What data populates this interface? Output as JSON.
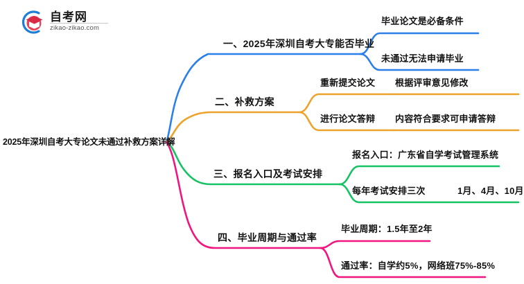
{
  "logo": {
    "name_cn": "自考网",
    "url": "zikao-zikao.com",
    "mark_icon": "graduation-cap-icon",
    "arc_color": "#1f7fd4",
    "cap_color": "#e8415a"
  },
  "mindmap": {
    "root": {
      "label": "2025年深圳自考大专论文未通过补救方案详解"
    },
    "branches": [
      {
        "label": "一、2025年深圳自考大专能否毕业",
        "color": "#2b7fe8",
        "children": [
          {
            "label": "毕业论文是必备条件",
            "children": []
          },
          {
            "label": "未通过无法申请毕业",
            "children": []
          }
        ]
      },
      {
        "label": "二、补救方案",
        "color": "#eda32b",
        "children": [
          {
            "label": "重新提交论文",
            "children": [
              {
                "label": "根据评审意见修改"
              }
            ]
          },
          {
            "label": "进行论文答辩",
            "children": [
              {
                "label": "内容符合要求可申请答辩"
              }
            ]
          }
        ]
      },
      {
        "label": "三、报名入口及考试安排",
        "color": "#16c264",
        "children": [
          {
            "label": "报名入口：广东省自学考试管理系统",
            "children": []
          },
          {
            "label": "每年考试安排三次",
            "children": [
              {
                "label": "1月、4月、10月"
              }
            ]
          }
        ]
      },
      {
        "label": "四、毕业周期与通过率",
        "color": "#f0157f",
        "children": [
          {
            "label": "毕业周期：1.5年至2年",
            "children": []
          },
          {
            "label": "通过率：自学约5%，网络班75%-85%",
            "children": []
          }
        ]
      }
    ]
  }
}
